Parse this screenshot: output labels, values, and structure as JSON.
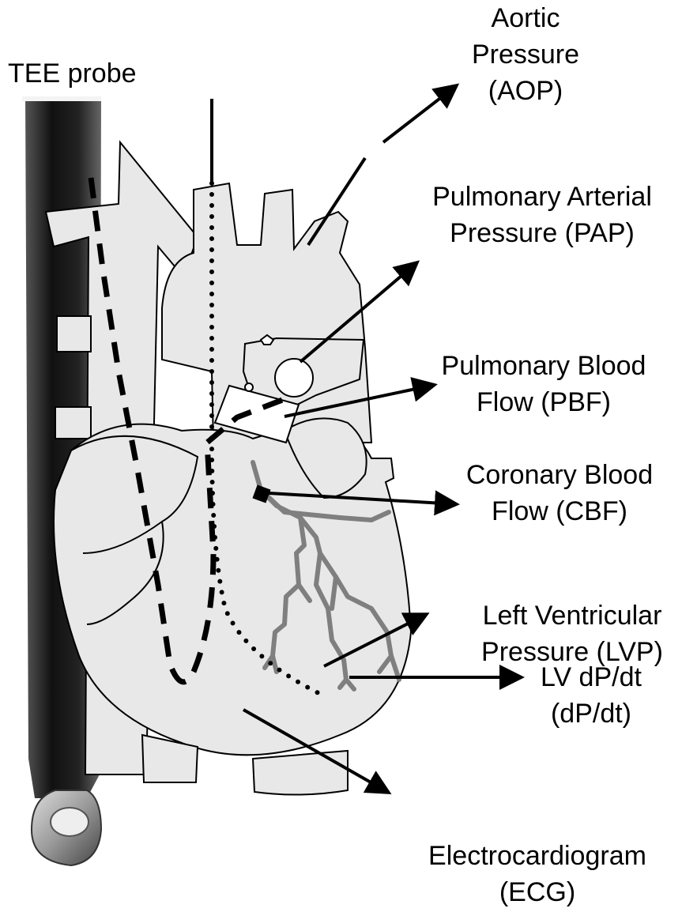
{
  "labels": {
    "tee": "TEE probe",
    "aop_line1": "Aortic",
    "aop_line2": "Pressure",
    "aop_line3": "(AOP)",
    "pap_line1": "Pulmonary Arterial",
    "pap_line2": "Pressure (PAP)",
    "pbf_line1": "Pulmonary Blood",
    "pbf_line2": "Flow (PBF)",
    "cbf_line1": "Coronary Blood",
    "cbf_line2": "Flow (CBF)",
    "lvp_line1": "Left Ventricular",
    "lvp_line2": "Pressure (LVP)",
    "dpdt_line1": "LV dP/dt",
    "dpdt_line2": "(dP/dt)",
    "ecg_line1": "Electrocardiogram",
    "ecg_line2": "(ECG)"
  },
  "colors": {
    "heart_fill": "#e8e8e8",
    "outline": "#000000",
    "coronary": "#7f7f7f",
    "probe": "#1a1a1a"
  }
}
